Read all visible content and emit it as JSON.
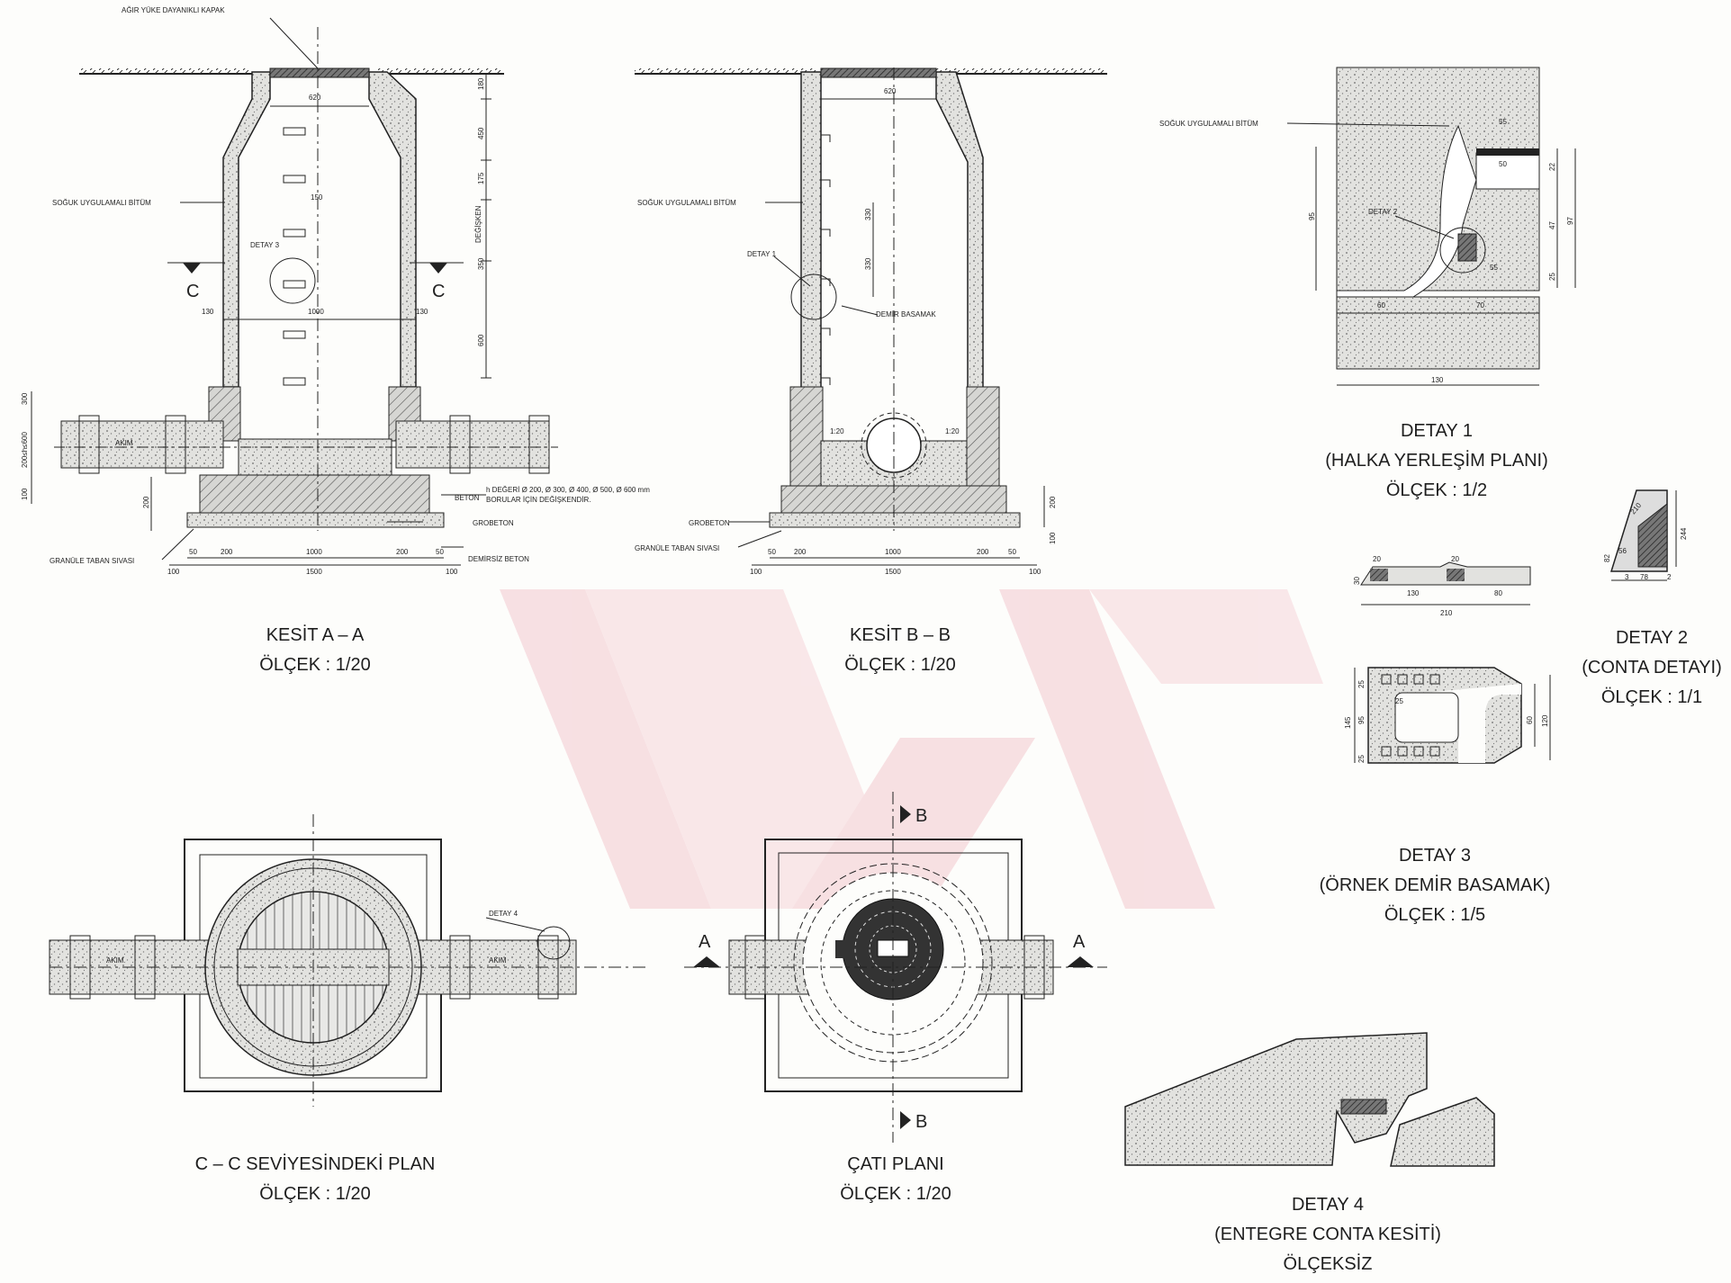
{
  "colors": {
    "ink": "#222222",
    "concrete": "#d9d9d6",
    "hatch": "#555555",
    "watermark": "#f3c9cf"
  },
  "kesit_aa": {
    "labels": {
      "cover": "AĞIR YÜKE DAYANIKLI KAPAK",
      "bitumen": "SOĞUK UYGULAMALI BİTÜM",
      "detail3": "DETAY 3",
      "section_c_left": "C",
      "section_c_right": "C",
      "flow": "AKIM",
      "h_note": "h DEĞERİ Ø 200, Ø 300, Ø 400, Ø 500, Ø 600 mm",
      "pipe_note": "BORULAR İÇİN DEĞİŞKENDİR.",
      "beton": "BETON",
      "grobeton": "GROBETON",
      "granule": "GRANÜLE TABAN SIVASI",
      "demirsiz": "DEMİRSİZ BETON",
      "degisken": "DEĞİŞKEN"
    },
    "dims": {
      "d620": "620",
      "d150": "150",
      "d130a": "130",
      "d1000": "1000",
      "d130b": "130",
      "v180": "180",
      "v450": "450",
      "v175": "175",
      "v350": "350",
      "v600": "600",
      "v300": "300",
      "v200600": "200≤h≤600",
      "v100": "100",
      "v200": "200",
      "b50a": "50",
      "b200a": "200",
      "b1000": "1000",
      "b200b": "200",
      "b50b": "50",
      "b1500": "1500",
      "b100a": "100",
      "b100b": "100"
    },
    "caption": {
      "title": "KESİT A – A",
      "scale": "ÖLÇEK : 1/20"
    }
  },
  "kesit_bb": {
    "labels": {
      "bitumen": "SOĞUK UYGULAMALI BİTÜM",
      "detail1": "DETAY 1",
      "step": "DEMİR BASAMAK",
      "grobeton": "GROBETON",
      "granule": "GRANÜLE TABAN SIVASI"
    },
    "dims": {
      "d620": "620",
      "v330a": "330",
      "v330b": "330",
      "s120a": "1:20",
      "s120b": "1:20",
      "v200": "200",
      "v100": "100",
      "b50a": "50",
      "b200a": "200",
      "b1000": "1000",
      "b200b": "200",
      "b50b": "50",
      "b1500": "1500",
      "b100a": "100",
      "b100b": "100"
    },
    "caption": {
      "title": "KESİT B – B",
      "scale": "ÖLÇEK : 1/20"
    }
  },
  "detay1": {
    "labels": {
      "bitumen": "SOĞUK UYGULAMALI BİTÜM",
      "detail2": "DETAY 2"
    },
    "dims": {
      "d55": "55",
      "d50": "50",
      "d55b": "55",
      "d60": "60",
      "d70": "70",
      "d130": "130",
      "d95": "95",
      "d22": "22",
      "d47": "47",
      "d97": "97",
      "d25": "25"
    },
    "caption": {
      "title": "DETAY 1",
      "subtitle": "(HALKA YERLEŞİM PLANI)",
      "scale": "ÖLÇEK : 1/2"
    }
  },
  "detay2": {
    "dims": {
      "d210": "210",
      "d244": "244",
      "d82": "82",
      "d56": "56",
      "d3": "3",
      "d78": "78",
      "d2": "2"
    },
    "caption": {
      "title": "DETAY 2",
      "subtitle": "(CONTA DETAYI)",
      "scale": "ÖLÇEK : 1/1"
    }
  },
  "detay3": {
    "dims": {
      "t20a": "20",
      "t20b": "20",
      "t130": "130",
      "t80": "80",
      "t210": "210",
      "t30": "30",
      "p25": "25",
      "p145": "145",
      "p95": "95",
      "p25b": "25",
      "p25c": "25",
      "p60": "60",
      "p120": "120"
    },
    "caption": {
      "title": "DETAY 3",
      "subtitle": "(ÖRNEK DEMİR BASAMAK)",
      "scale": "ÖLÇEK : 1/5"
    }
  },
  "plan_cc": {
    "labels": {
      "detail4": "DETAY 4",
      "flow_left": "AKIM",
      "flow_right": "AKIM"
    },
    "caption": {
      "title": "C – C SEVİYESİNDEKİ PLAN",
      "scale": "ÖLÇEK : 1/20"
    }
  },
  "roof_plan": {
    "labels": {
      "b_top": "B",
      "b_bottom": "B",
      "a_left": "A",
      "a_right": "A"
    },
    "caption": {
      "title": "ÇATI PLANI",
      "scale": "ÖLÇEK : 1/20"
    }
  },
  "detay4": {
    "caption": {
      "title": "DETAY 4",
      "subtitle": "(ENTEGRE CONTA KESİTİ)",
      "scale": "ÖLÇEKSİZ"
    }
  }
}
